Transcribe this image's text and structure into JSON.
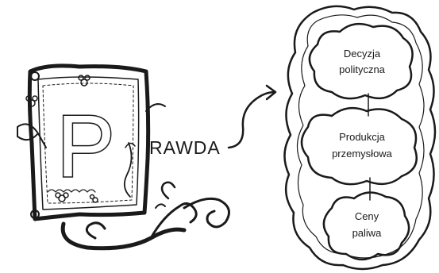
{
  "logo": {
    "initial": "P",
    "rest": "RAWDA"
  },
  "cloud_items": [
    {
      "line1": "Decyzja",
      "line2": "polityczna"
    },
    {
      "line1": "Produkcja",
      "line2": "przemysłowa"
    },
    {
      "line1": "Ceny",
      "line2": "paliwa"
    }
  ],
  "colors": {
    "ink": "#1a1a1a",
    "background": "#ffffff"
  }
}
